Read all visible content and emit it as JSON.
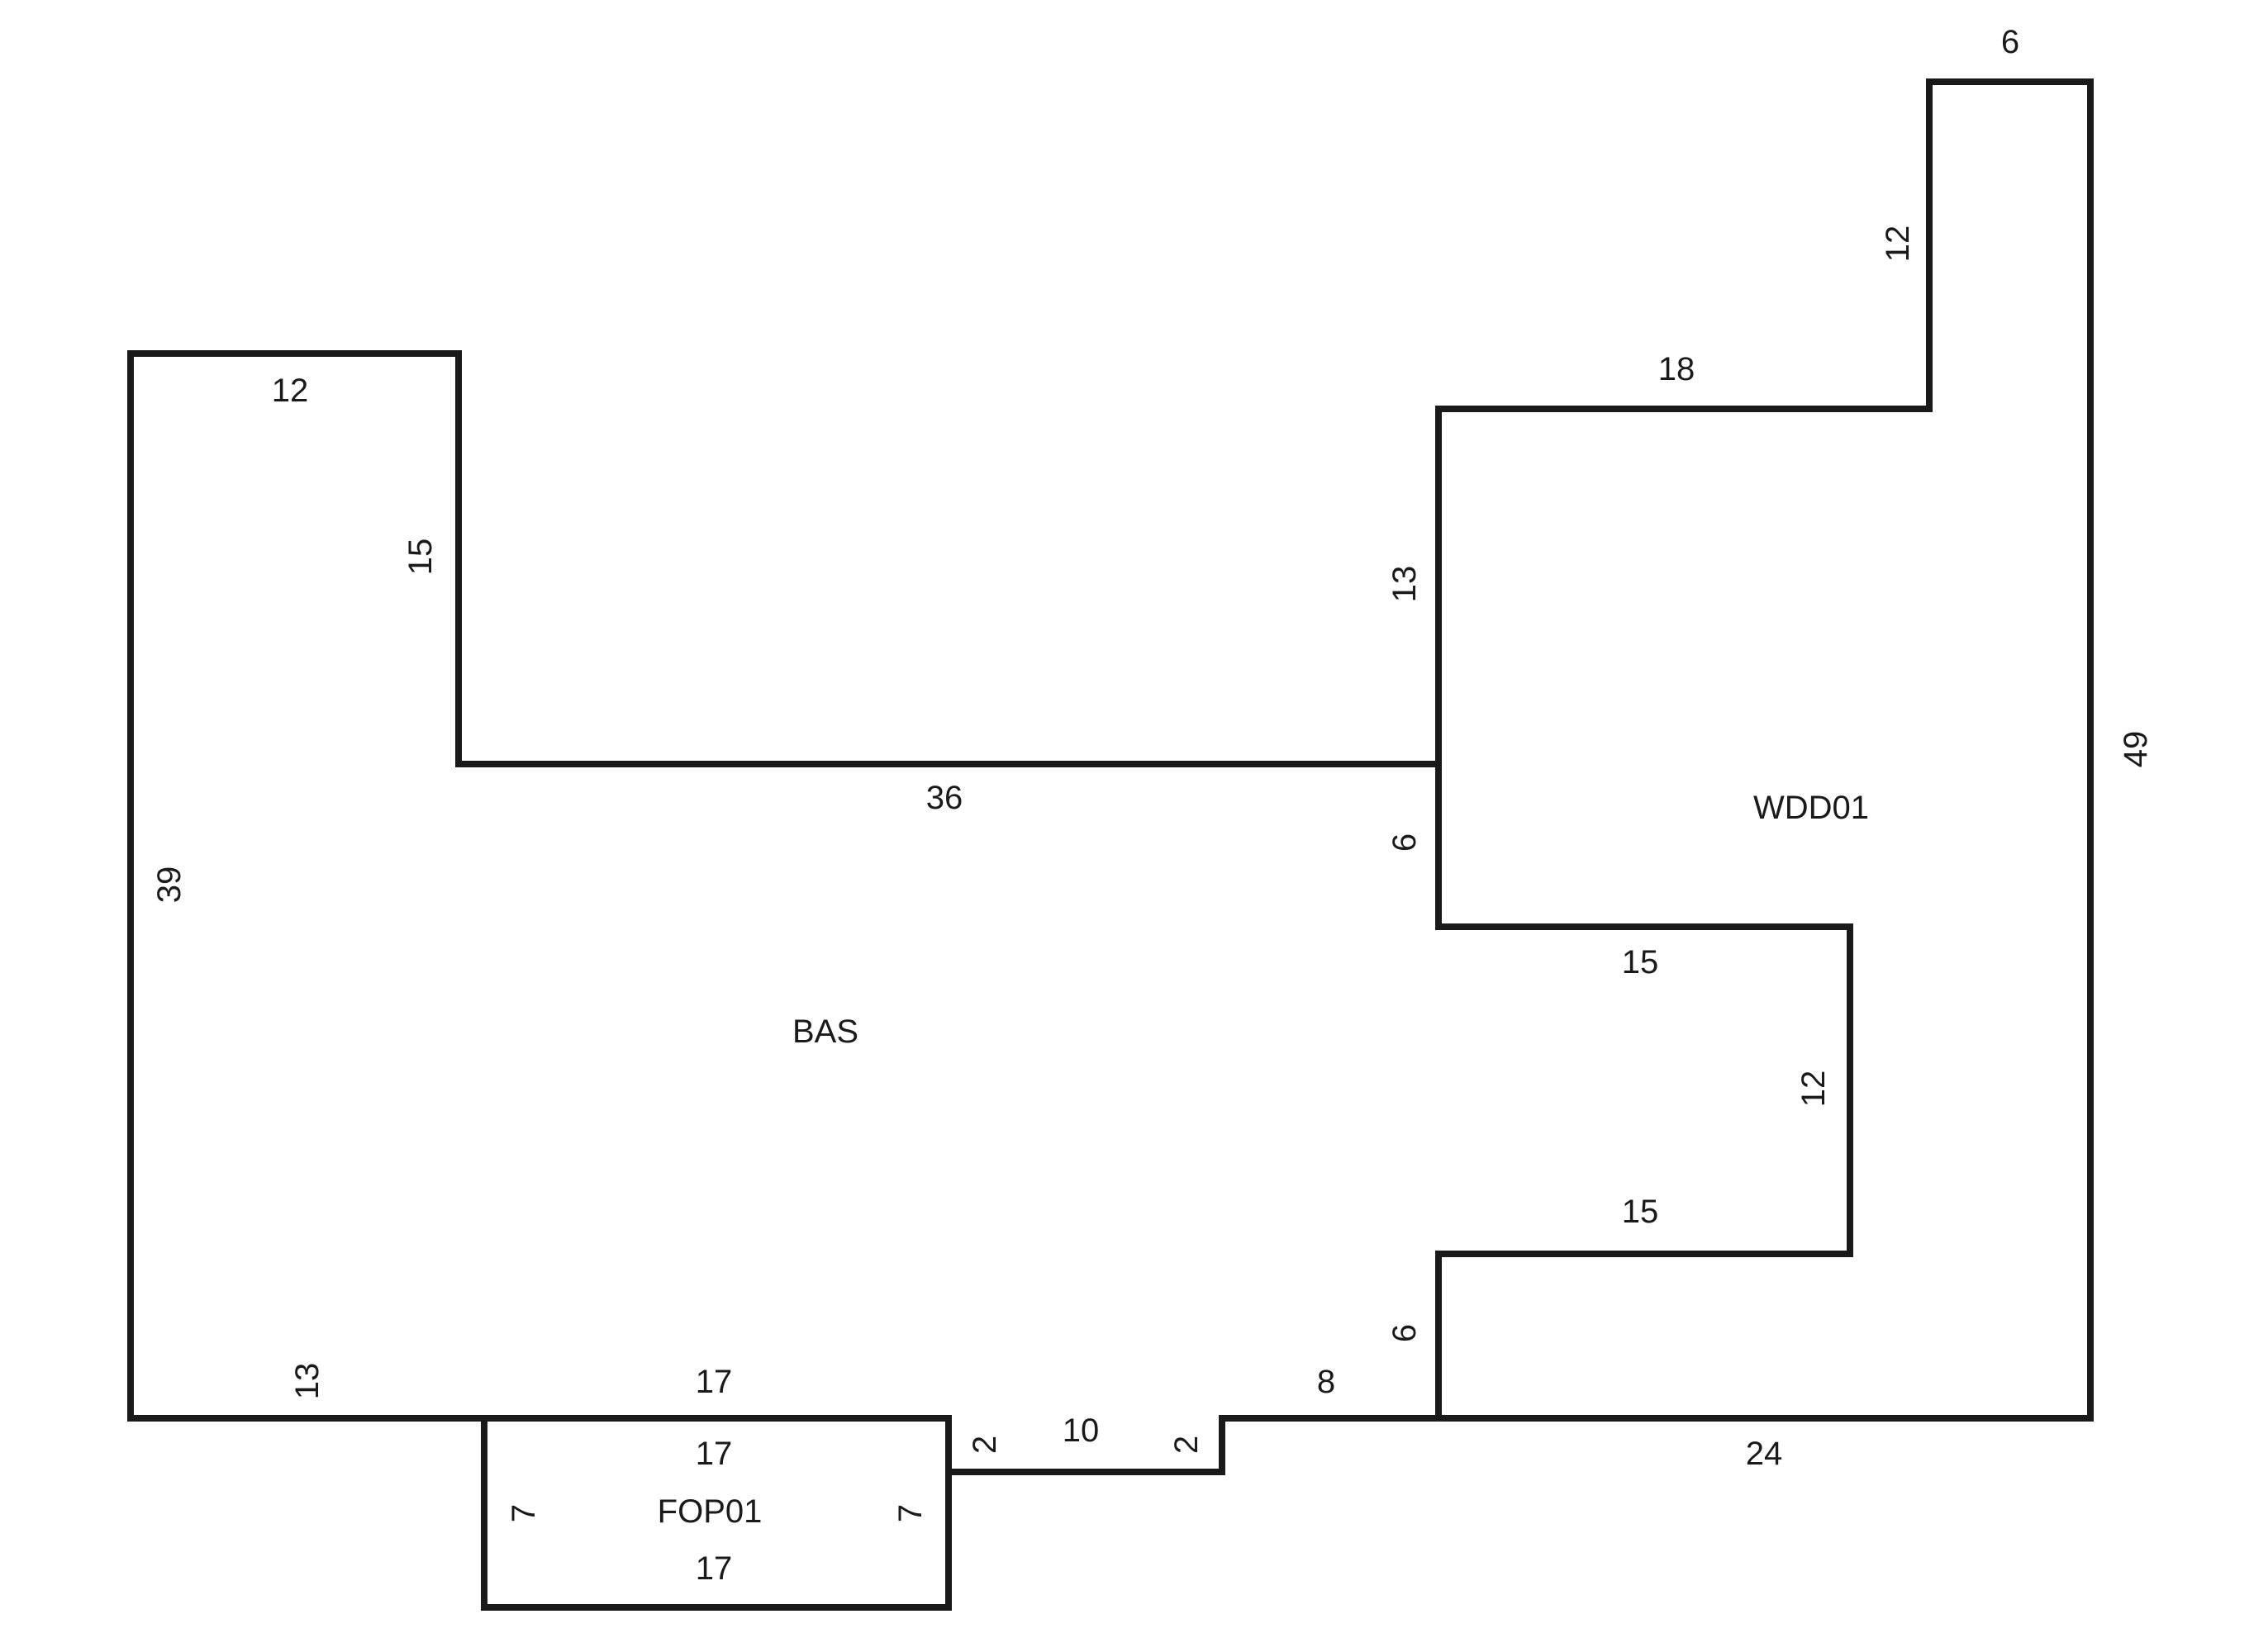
{
  "areas": {
    "bas": "BAS",
    "wdd01": "WDD01",
    "fop01": "FOP01"
  },
  "dimensions": {
    "bas_top_left": "12",
    "bas_notch_vertical": "15",
    "bas_left": "39",
    "bas_notch_horizontal": "36",
    "bas_bottom_left": "13",
    "bas_bottom_porch": "17",
    "bas_step_left": "2",
    "bas_step_bottom": "10",
    "bas_step_right": "2",
    "bas_bottom_right": "8",
    "bas_right_upper": "6",
    "bas_right_lower": "6",
    "bas_inner_top": "15",
    "bas_inner_vertical": "12",
    "bas_inner_bottom": "15",
    "wdd_top": "6",
    "wdd_tower": "12",
    "wdd_shoulder": "18",
    "wdd_left": "13",
    "wdd_right": "49",
    "wdd_bottom": "24",
    "fop_top": "17",
    "fop_left": "7",
    "fop_right": "7",
    "fop_bottom": "17"
  },
  "colors": {
    "line": "#1a1a1a",
    "background": "#ffffff"
  }
}
